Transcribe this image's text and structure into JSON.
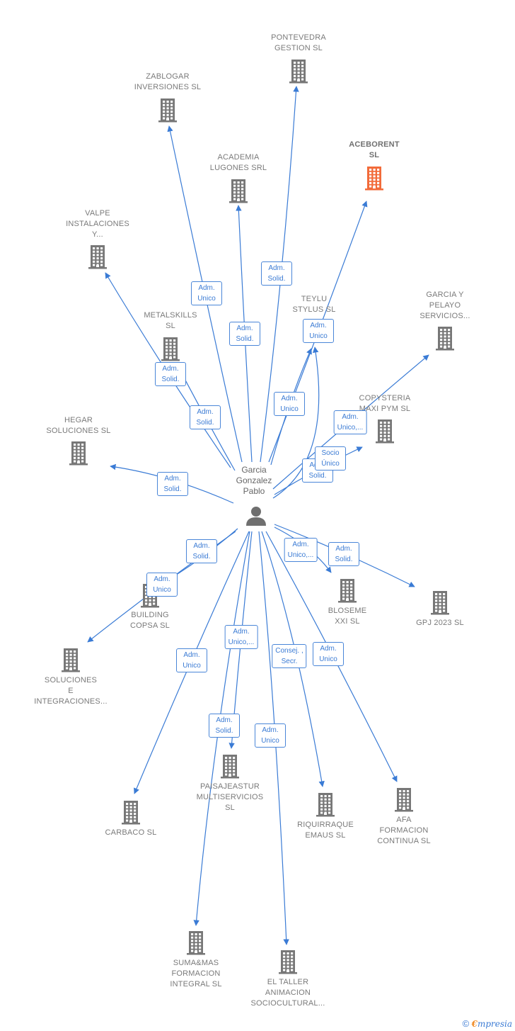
{
  "center": {
    "name": "Garcia\nGonzalez\nPablo",
    "icon": "person-icon"
  },
  "colors": {
    "edge": "#3a7bd5",
    "node": "#777777",
    "highlight": "#f26b3a",
    "label_border": "#4a86d8"
  },
  "nodes": [
    {
      "id": "pontevedra",
      "label": "PONTEVEDRA\nGESTION  SL"
    },
    {
      "id": "zablogar",
      "label": "ZABLOGAR\nINVERSIONES SL"
    },
    {
      "id": "aceborent",
      "label": "ACEBORENT\nSL",
      "highlight": true
    },
    {
      "id": "academia",
      "label": "ACADEMIA\nLUGONES SRL"
    },
    {
      "id": "valpe",
      "label": "VALPE\nINSTALACIONES\nY..."
    },
    {
      "id": "teylu",
      "label": "TEYLU\nSTYLUS  SL"
    },
    {
      "id": "garcia_pelayo",
      "label": "GARCIA Y\nPELAYO\nSERVICIOS..."
    },
    {
      "id": "metalskills",
      "label": "METALSKILLS\nSL"
    },
    {
      "id": "copysteria",
      "label": "COPYSTERIA\nMAXI PYM  SL"
    },
    {
      "id": "hegar",
      "label": "HEGAR\nSOLUCIONES SL"
    },
    {
      "id": "bloseme",
      "label": "BLOSEME\nXXI  SL"
    },
    {
      "id": "gpj",
      "label": "GPJ 2023  SL"
    },
    {
      "id": "building",
      "label": "BUILDING\nCOPSA  SL"
    },
    {
      "id": "soluciones",
      "label": "SOLUCIONES\nE\nINTEGRACIONES..."
    },
    {
      "id": "paisajeastur",
      "label": "PAISAJEASTUR\nMULTISERVICIOS\nSL"
    },
    {
      "id": "carbaco",
      "label": "CARBACO SL"
    },
    {
      "id": "riquirraque",
      "label": "RIQUIRRAQUE\nEMAUS  SL"
    },
    {
      "id": "afa",
      "label": "AFA\nFORMACION\nCONTINUA SL"
    },
    {
      "id": "sumamas",
      "label": "SUMA&MAS\nFORMACION\nINTEGRAL SL"
    },
    {
      "id": "taller",
      "label": "EL TALLER\nANIMACION\nSOCIOCULTURAL..."
    }
  ],
  "edges": [
    {
      "to": "pontevedra",
      "label": "Adm.\nSolid."
    },
    {
      "to": "zablogar",
      "label": "Adm.\nUnico"
    },
    {
      "to": "academia",
      "label": "Adm.\nSolid."
    },
    {
      "to": "aceborent",
      "label": "Adm.\nUnico"
    },
    {
      "to": "valpe",
      "label": "Adm.\nSolid."
    },
    {
      "to": "metalskills",
      "label": "Adm.\nSolid."
    },
    {
      "to": "teylu",
      "label": "Adm.\nUnico"
    },
    {
      "to": "garcia_pelayo",
      "label": "Adm.\nUnico,..."
    },
    {
      "to": "copysteria",
      "label": "Adm.\nSolid."
    },
    {
      "to": "copysteria",
      "label": "Socio\nÚnico"
    },
    {
      "to": "hegar",
      "label": "Adm.\nSolid."
    },
    {
      "to": "building",
      "label": "Adm.\nSolid."
    },
    {
      "to": "soluciones",
      "label": "Adm.\nUnico"
    },
    {
      "to": "bloseme",
      "label": "Adm.\nUnico,..."
    },
    {
      "to": "gpj",
      "label": "Adm.\nSolid."
    },
    {
      "to": "carbaco",
      "label": "Adm.\nUnico"
    },
    {
      "to": "paisajeastur",
      "label": "Adm.\nUnico,..."
    },
    {
      "to": "sumamas",
      "label": "Adm.\nSolid."
    },
    {
      "to": "taller",
      "label": "Adm.\nUnico"
    },
    {
      "to": "riquirraque",
      "label": "Consej. ,\nSecr."
    },
    {
      "to": "afa",
      "label": "Adm.\nUnico"
    }
  ],
  "footer": {
    "copyright": "©",
    "brand_first": "€",
    "brand_rest": "mpresia"
  }
}
